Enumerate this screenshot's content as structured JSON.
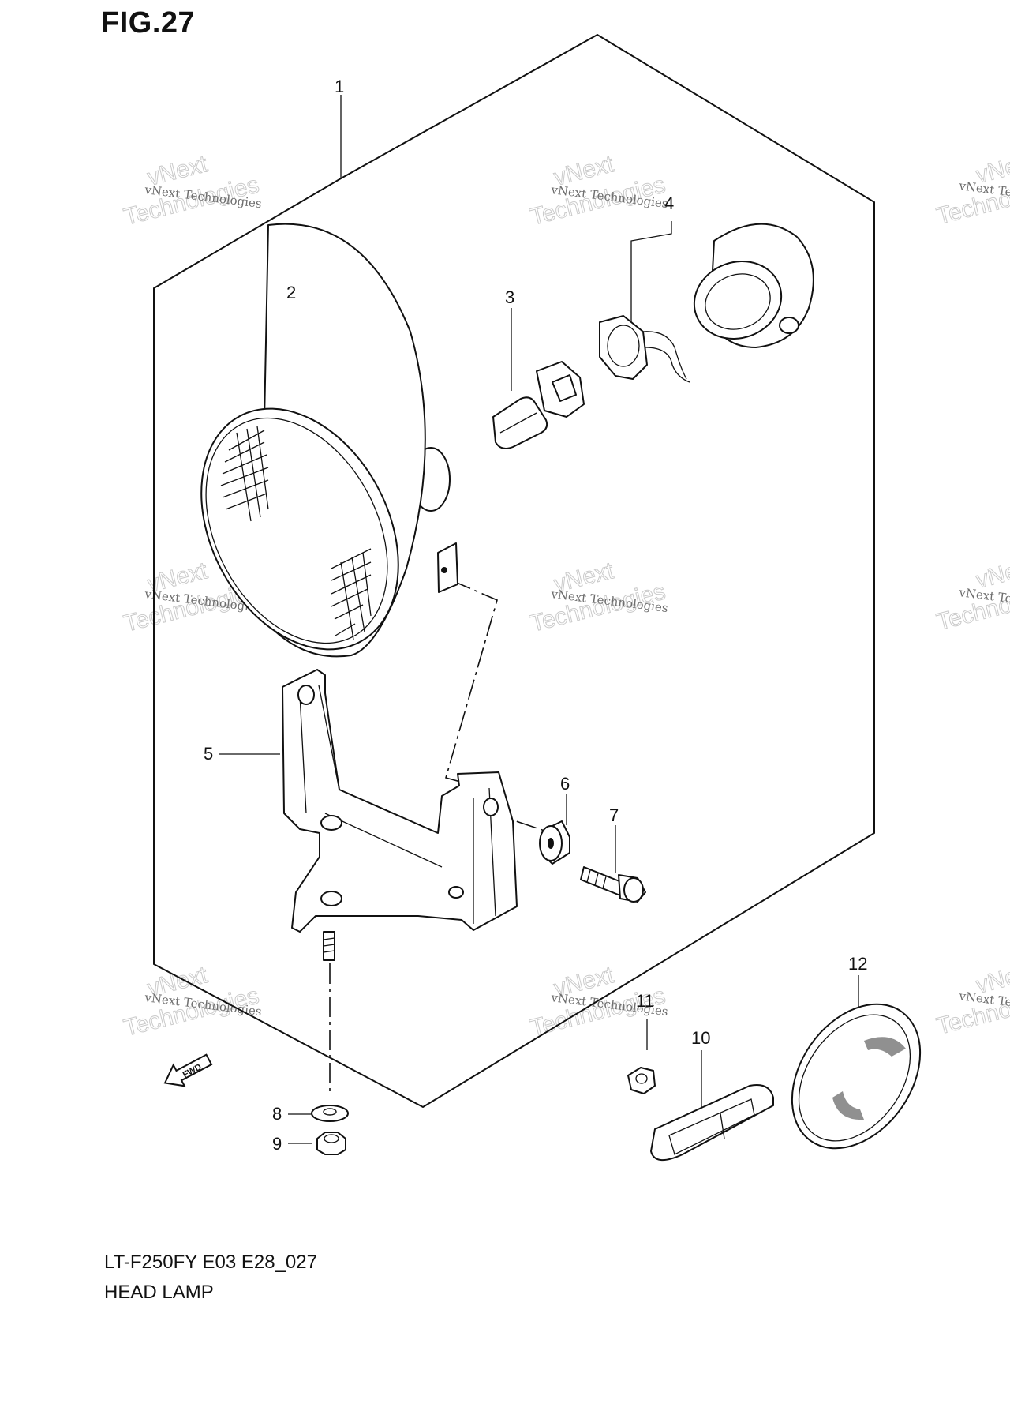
{
  "figure": {
    "title": "FIG.27",
    "model_code": "LT-F250FY E03 E28_027",
    "section_name": "HEAD LAMP"
  },
  "callouts": {
    "c1": "1",
    "c2": "2",
    "c3": "3",
    "c4": "4",
    "c5": "5",
    "c6": "6",
    "c7": "7",
    "c8": "8",
    "c9": "9",
    "c10": "10",
    "c11": "11",
    "c12": "12"
  },
  "fwd_label": "FWD",
  "watermark": {
    "line1": "vNext Technologies",
    "line2": "vNext",
    "line3": "Technologies"
  }
}
